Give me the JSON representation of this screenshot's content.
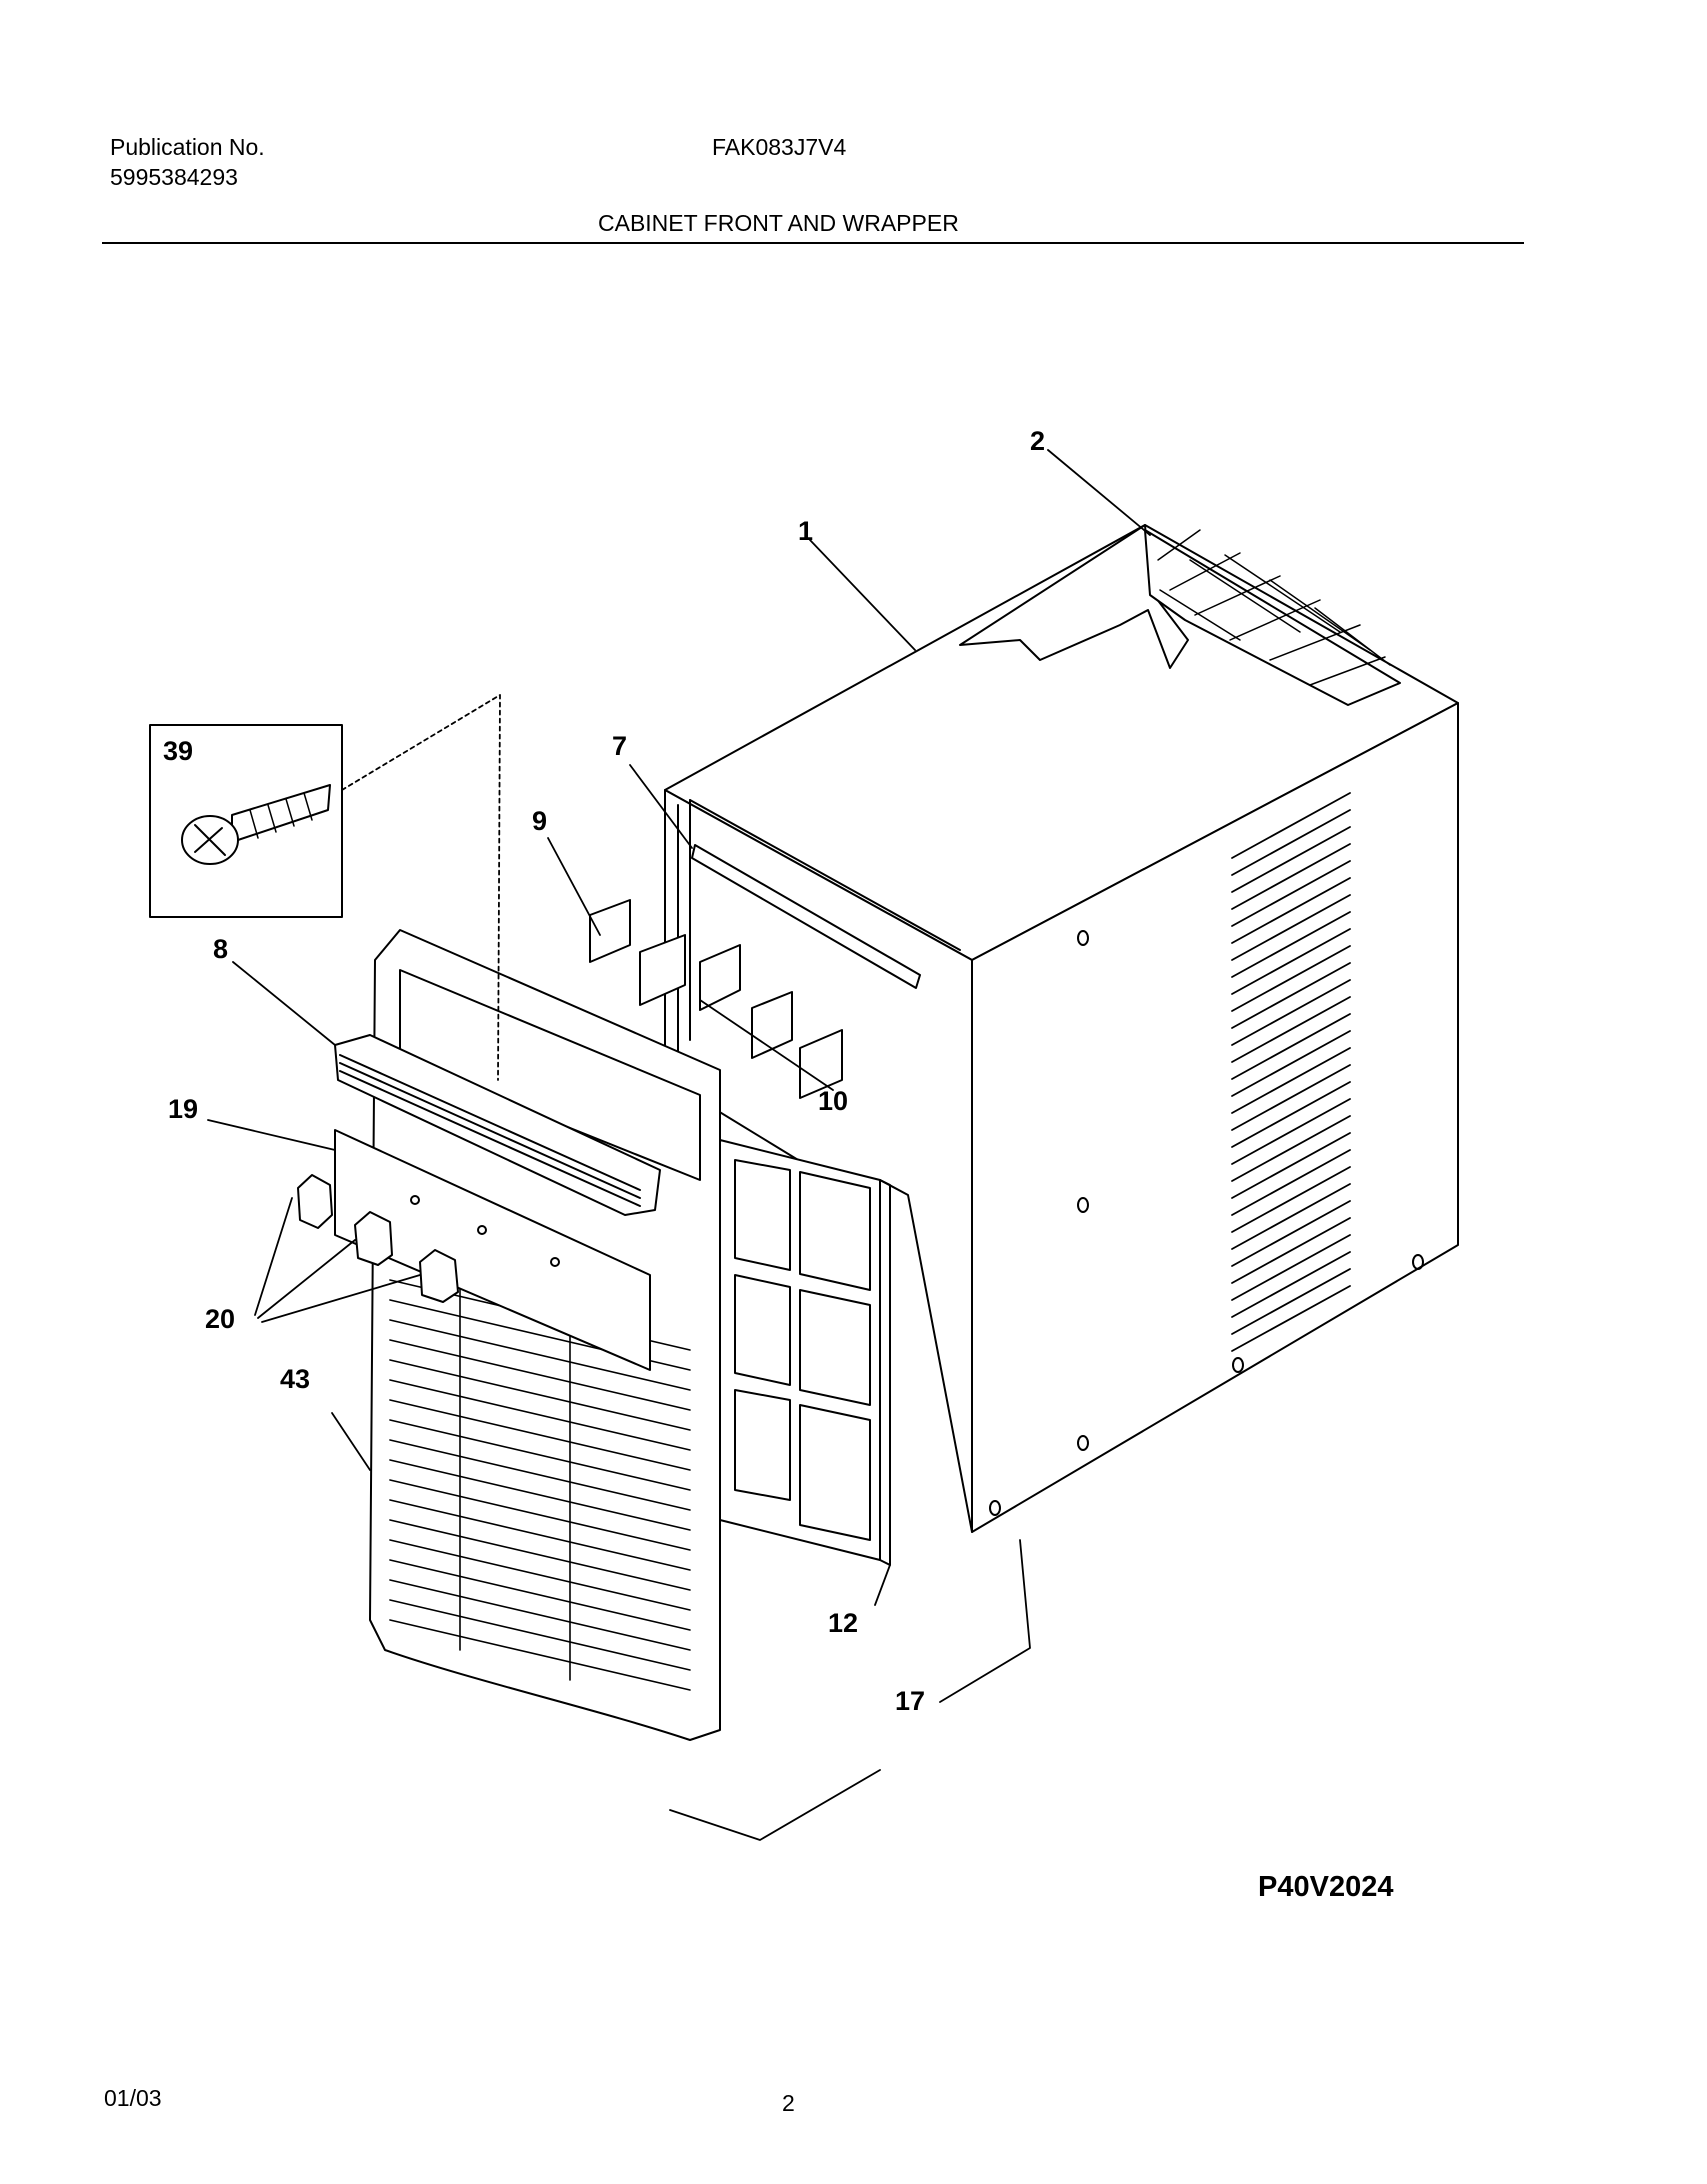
{
  "header": {
    "publication_label": "Publication No.",
    "publication_number": "5995384293",
    "model": "FAK083J7V4",
    "section_title": "CABINET FRONT AND WRAPPER"
  },
  "diagram": {
    "id": "P40V2024",
    "callouts": [
      "1",
      "2",
      "7",
      "8",
      "9",
      "10",
      "12",
      "17",
      "19",
      "20",
      "39",
      "43"
    ]
  },
  "footer": {
    "date": "01/03",
    "page": "2"
  }
}
